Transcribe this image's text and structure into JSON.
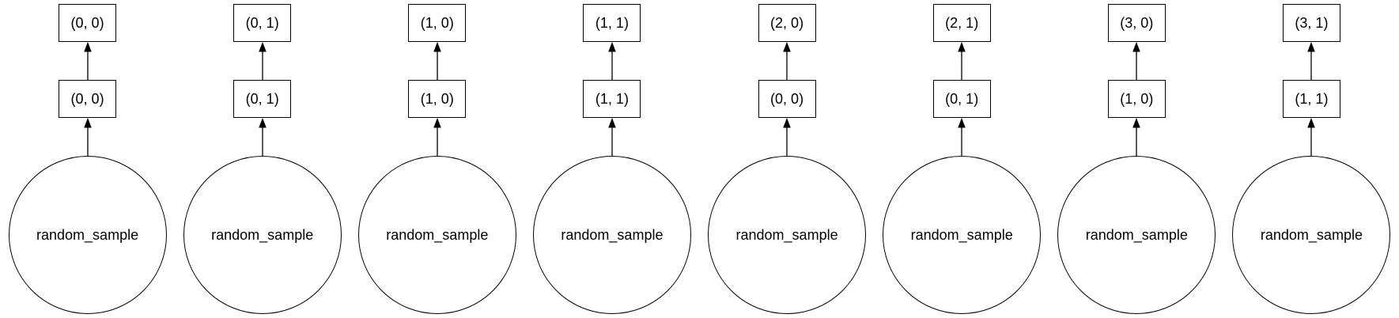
{
  "diagram": {
    "description": "Eight independent dataflow chains; each random_sample source node feeds an index node which feeds an output node",
    "source_label": "random_sample",
    "columns": [
      {
        "top": "(0, 0)",
        "mid": "(0, 0)",
        "source": "random_sample"
      },
      {
        "top": "(0, 1)",
        "mid": "(0, 1)",
        "source": "random_sample"
      },
      {
        "top": "(1, 0)",
        "mid": "(1, 0)",
        "source": "random_sample"
      },
      {
        "top": "(1, 1)",
        "mid": "(1, 1)",
        "source": "random_sample"
      },
      {
        "top": "(2, 0)",
        "mid": "(0, 0)",
        "source": "random_sample"
      },
      {
        "top": "(2, 1)",
        "mid": "(0, 1)",
        "source": "random_sample"
      },
      {
        "top": "(3, 0)",
        "mid": "(1, 0)",
        "source": "random_sample"
      },
      {
        "top": "(3, 1)",
        "mid": "(1, 1)",
        "source": "random_sample"
      }
    ]
  },
  "colors": {
    "stroke": "#000000",
    "node_fill": "#ffffff",
    "background": "#ffffff"
  }
}
